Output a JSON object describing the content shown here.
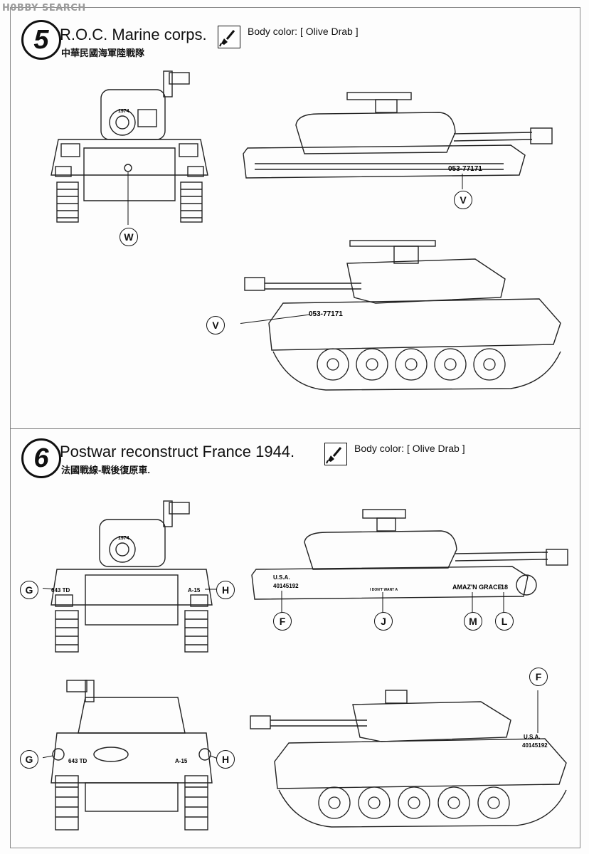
{
  "watermark": "H0BBY SEARCH",
  "sections": [
    {
      "number": "5",
      "title": "R.O.C. Marine corps.",
      "subtitle": "中華民國海軍陸戰隊",
      "body_color_label": "Body color:",
      "body_color_value": "[ Olive Drab ]",
      "callouts": [
        "W",
        "V",
        "V"
      ],
      "markings": {
        "front_plate": "1974",
        "side_number": "053-77171"
      }
    },
    {
      "number": "6",
      "title": "Postwar reconstruct France 1944.",
      "subtitle": "法國戰線-戰後復原車.",
      "body_color_label": "Body color:",
      "body_color_value": "[ Olive Drab ]",
      "callouts": [
        "G",
        "H",
        "F",
        "J",
        "M",
        "L",
        "F",
        "G",
        "H"
      ],
      "markings": {
        "front_plate": "1974",
        "front_left": "643 TD",
        "front_right": "A-15",
        "usa": "U.S.A.",
        "serial": "40145192",
        "side_small": "I DON'T WANT A",
        "nickname": "AMAZ'N GRACE",
        "turret_number": "18"
      }
    }
  ],
  "icons": [
    "paintbrush-icon"
  ]
}
